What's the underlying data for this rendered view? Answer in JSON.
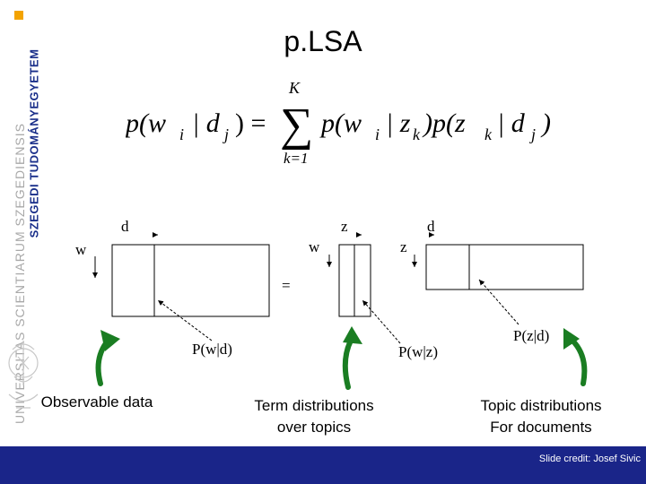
{
  "slide": {
    "title": "p.LSA",
    "university_name": "SZEGEDI TUDOMÁNYEGYETEM",
    "university_latin": "UNIVERSITAS SCIENTIARUM SZEGEDIENSIS",
    "colors": {
      "accent": "#f3a300",
      "footer": "#1a2589",
      "arrow": "#1a7d22"
    }
  },
  "formula": {
    "lhs_p": "p(w",
    "sub_i": "i",
    "bar": "| d",
    "sub_j": "j",
    "eq": ") =",
    "sum_top": "K",
    "sum_sign": "∑",
    "sum_bottom": "k=1",
    "t1_p": "p(w",
    "t1_i": "i",
    "t1_bar": "| z",
    "t1_k": "k",
    "t2_p": ")p(z",
    "t2_k": "k",
    "t2_bar": "| d",
    "t2_j": "j",
    "close": ")"
  },
  "diagram": {
    "matrix1": {
      "top_label": "d",
      "left_label": "w",
      "value_label": "P(w|d)"
    },
    "equals": "=",
    "matrix2": {
      "top_label": "z",
      "left_label": "w",
      "value_label": "P(w|z)"
    },
    "matrix3": {
      "top_label": "d",
      "left_label": "z",
      "value_label": "P(z|d)"
    }
  },
  "captions": {
    "observable": "Observable data",
    "term_line1": "Term distributions",
    "term_line2": "over topics",
    "topic_line1": "Topic distributions",
    "topic_line2": "For documents"
  },
  "footer": {
    "credit": "Slide credit: Josef Sivic"
  }
}
